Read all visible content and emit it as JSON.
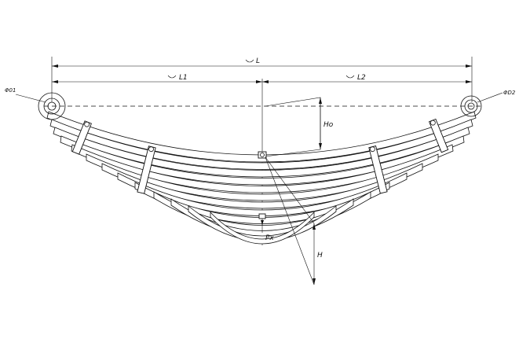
{
  "labels": {
    "total_length": "L",
    "left_length": "L1",
    "right_length": "L2",
    "left_eye": "Φ01",
    "right_eye": "ΦD2",
    "free_height": "Ho",
    "load": "Px",
    "loaded_height": "H"
  }
}
